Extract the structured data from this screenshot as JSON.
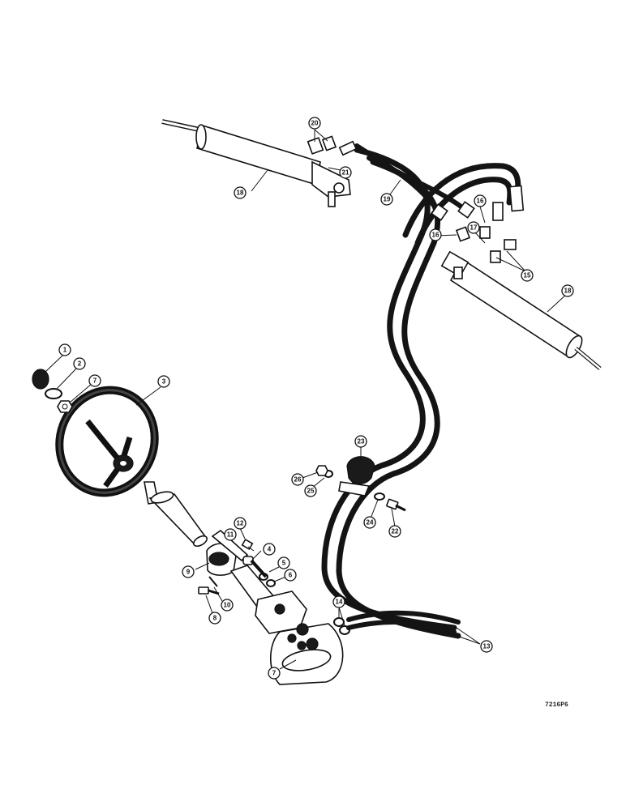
{
  "callouts": {
    "c1": "1",
    "c2": "2",
    "c3": "3",
    "c4": "4",
    "c5": "5",
    "c6": "6",
    "c7a": "7",
    "c7b": "7",
    "c8": "8",
    "c9": "9",
    "c10": "10",
    "c11": "11",
    "c12": "12",
    "c13": "13",
    "c14": "14",
    "c15": "15",
    "c16a": "16",
    "c16b": "16",
    "c17": "17",
    "c18a": "18",
    "c18b": "18",
    "c19": "19",
    "c20": "20",
    "c21": "21",
    "c22": "22",
    "c23": "23",
    "c24": "24",
    "c25": "25",
    "c26": "26"
  },
  "reference_code": "7216P6"
}
